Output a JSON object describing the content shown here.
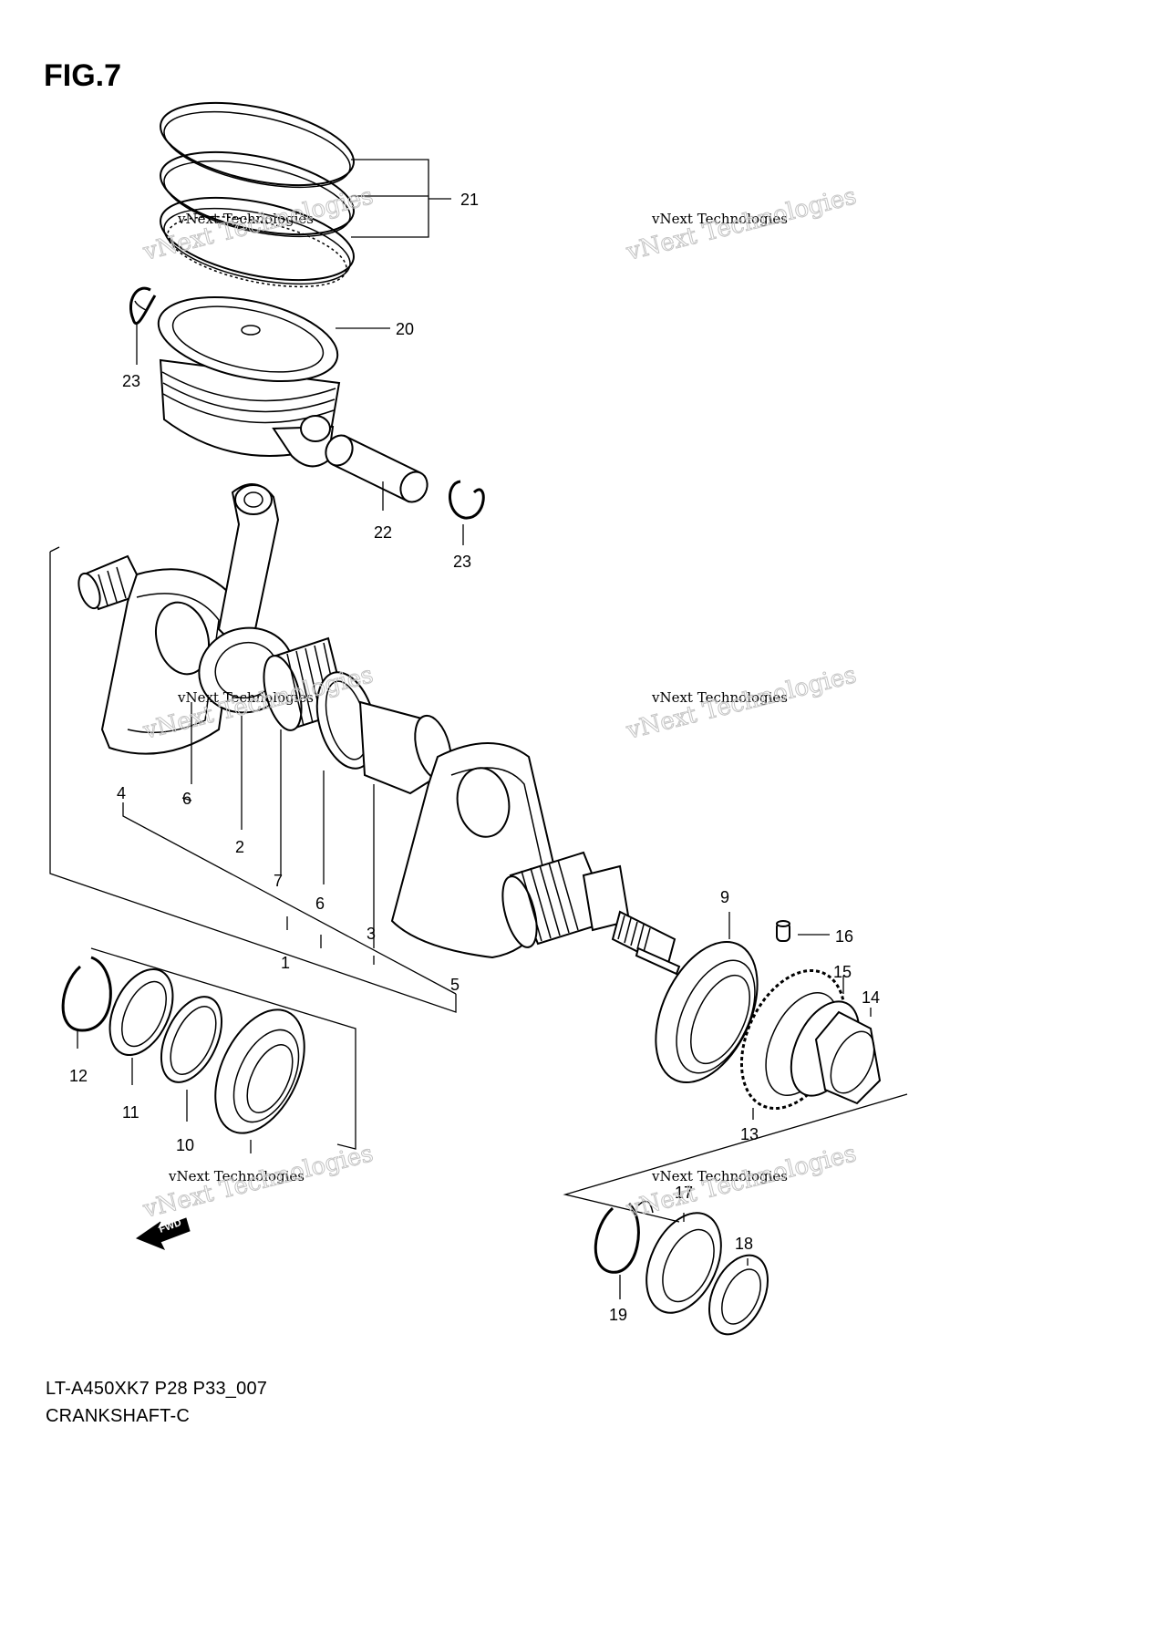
{
  "figure": {
    "title": "FIG.7"
  },
  "caption": {
    "model_code": "LT-A450XK7 P28 P33_007",
    "name": "CRANKSHAFT-C"
  },
  "watermark": {
    "line1": "vNext Technologies",
    "line2": "vNext Technologies"
  },
  "fwd_arrow_label": "FWD",
  "callouts": {
    "c21": "21",
    "c20": "20",
    "c23a": "23",
    "c22": "22",
    "c23b": "23",
    "c4": "4",
    "c6a": "6",
    "c2": "2",
    "c7": "7",
    "c6b": "6",
    "c3": "3",
    "c1": "1",
    "c5": "5",
    "c9": "9",
    "c16": "16",
    "c15": "15",
    "c14": "14",
    "c13": "13",
    "c12": "12",
    "c11": "11",
    "c10": "10",
    "c17": "17",
    "c18": "18",
    "c19": "19"
  }
}
